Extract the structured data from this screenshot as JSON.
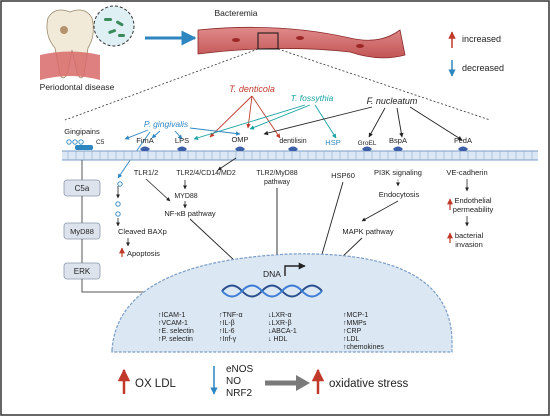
{
  "header": {
    "periodontal_label": "Periodontal disease",
    "bacteremia_label": "Bacteremia"
  },
  "legend": {
    "increased": "increased",
    "decreased": "decreased",
    "increased_color": "#c0392b",
    "decreased_color": "#2e86c1"
  },
  "bacteria": {
    "t_denticola": "T. denticola",
    "t_forsythia": "T. fossythia",
    "f_nucleatum": "F. nucleatum",
    "p_gingivalis": "P. gingivalis",
    "t_denticola_color": "#c0392b",
    "t_forsythia_color": "#17a2a2",
    "f_nucleatum_color": "#222222",
    "p_gingivalis_color": "#2e86c1"
  },
  "membrane": {
    "gingipains": "Gingipains",
    "c5": "C5",
    "fima": "FimA",
    "lps": "LPS",
    "omp": "OMP",
    "dentilisin": "dentilisin",
    "hsp": "HSP",
    "groel": "GroEL",
    "bspa": "BspA",
    "feda": "FedA"
  },
  "pathway": {
    "c5a": "C5a",
    "myd88_box": "MyD88",
    "erk": "ERK",
    "cleaved_baxp": "Cleaved BAXp",
    "apoptosis": "Apoptosis",
    "tlr12": "TLR1/2",
    "tlr24": "TLR2/4/CD14/MD2",
    "myd88": "MYD88",
    "nfkb": "NF-κB pathway",
    "tlr2_myd88_1": "TLR2/MyD88",
    "tlr2_myd88_2": "pathway",
    "hsp60": "HSP60",
    "pi3k": "PI3K signaling",
    "endocytosis": "Endocytosis",
    "mapk": "MAPK pathway",
    "ve_cadherin": "VE-cadherin",
    "endo_perm_1": "Endothelial",
    "endo_perm_2": "permeability",
    "bact_inv_1": "bacterial",
    "bact_inv_2": "invasion",
    "dna": "DNA"
  },
  "nucleus": {
    "col1": [
      "↑ICAM-1",
      "↑VCAM-1",
      "↑E. selectin",
      "↑P. selectin"
    ],
    "col2": [
      "↑TNF-α",
      "↑IL-β",
      "↑IL-6",
      "↑Inf-γ"
    ],
    "col3": [
      "↓LXR-α",
      "↓LXR-β",
      "↓ABCA-1",
      "↓ HDL"
    ],
    "col4": [
      "↑MCP-1",
      "↑MMPs",
      "↑CRP",
      "↑LDL",
      "↑chemokines"
    ]
  },
  "bottom": {
    "ox_ldl": "OX LDL",
    "enos": "eNOS",
    "no": "NO",
    "nrf2": "NRF2",
    "oxidative_stress": "oxidative stress"
  }
}
